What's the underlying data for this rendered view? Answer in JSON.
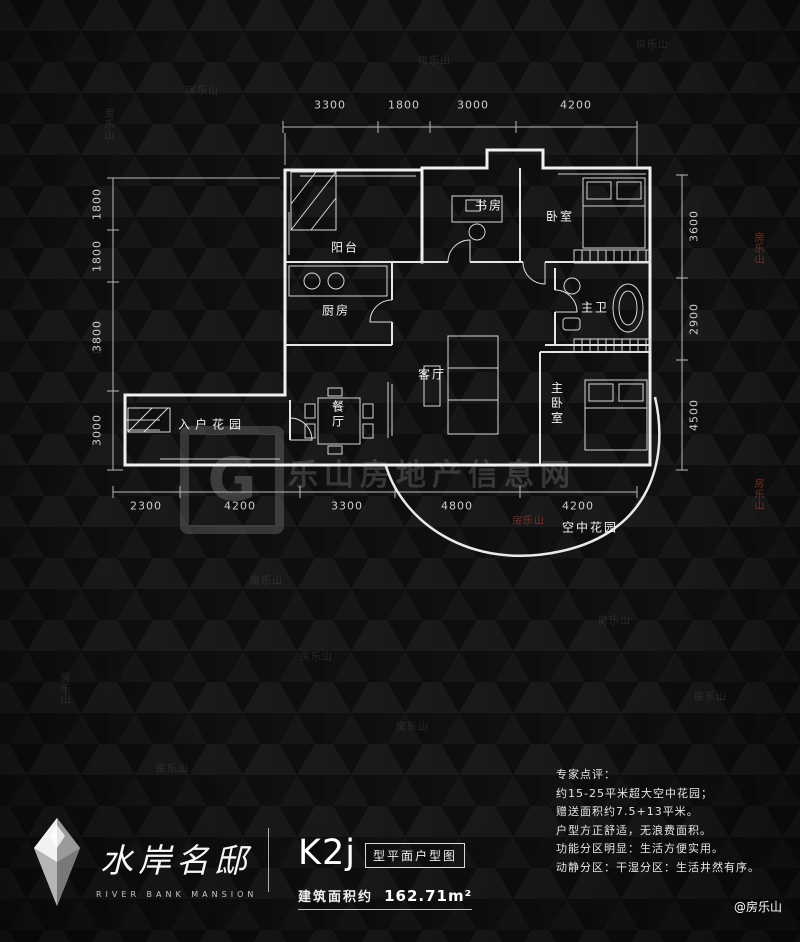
{
  "meta": {
    "watermark": "房乐山",
    "watermark_logo": "G",
    "center_watermark": "乐山房地产信息网",
    "credit": "@房乐山"
  },
  "plan": {
    "dims_top": [
      "3300",
      "1800",
      "3000",
      "4200"
    ],
    "dims_left": [
      "1800",
      "1800",
      "3800",
      "3000"
    ],
    "dims_right": [
      "3600",
      "2900",
      "4500"
    ],
    "dims_bottom": [
      "2300",
      "4200",
      "3300",
      "4800",
      "4200"
    ],
    "rooms": [
      {
        "name": "阳台"
      },
      {
        "name": "厨房"
      },
      {
        "name": "书房"
      },
      {
        "name": "卧室"
      },
      {
        "name": "主卫"
      },
      {
        "name": "客厅"
      },
      {
        "name": "餐厅"
      },
      {
        "name": "主卧室"
      },
      {
        "name": "入户花园"
      },
      {
        "name": "空中花园"
      }
    ]
  },
  "footer": {
    "brand_cn": "水岸名邸",
    "brand_en": "RIVER BANK MANSION",
    "unit_code": "K2j",
    "unit_type_label": "型平面户型图",
    "area_prefix": "建筑面积约",
    "area_value": "162.71m²",
    "review": {
      "title": "专家点评：",
      "lines": [
        "约15-25平米超大空中花园；",
        "赠送面积约7.5+13平米。",
        "户型方正舒适，无浪费面积。",
        "功能分区明显：生活方便实用。",
        "动静分区：干湿分区：生活井然有序。"
      ]
    }
  }
}
